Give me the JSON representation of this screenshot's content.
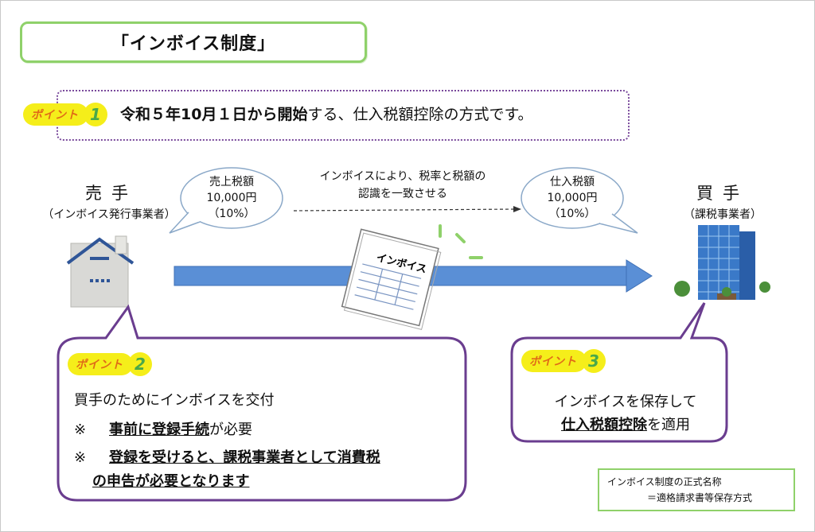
{
  "title": "「インボイス制度」",
  "badge_word": "ポイント",
  "point1": {
    "num": "1",
    "bold": "令和５年10月１日から開始",
    "rest": "する、仕入税額控除の方式です。"
  },
  "seller": {
    "name": "売手",
    "role": "（インボイス発行事業者）"
  },
  "buyer": {
    "name": "買手",
    "role": "（課税事業者）"
  },
  "seller_bubble": {
    "line1": "売上税額",
    "line2": "10,000円",
    "line3": "（10%）"
  },
  "buyer_bubble": {
    "line1": "仕入税額",
    "line2": "10,000円",
    "line3": "（10%）"
  },
  "dashed_label": {
    "line1": "インボイスにより、税率と税額の",
    "line2": "認識を一致させる"
  },
  "invoice_doc_label": "インボイス",
  "point2": {
    "num": "2",
    "line1": "買手のためにインボイスを交付",
    "mark": "※",
    "line2_bold": "事前に登録手続",
    "line2_rest": "が必要",
    "line3": "登録を受けると、課税事業者として消費税",
    "line4": "の申告が必要となります"
  },
  "point3": {
    "num": "3",
    "line1": "インボイスを保存して",
    "line2_bold": "仕入税額控除",
    "line2_rest": "を適用"
  },
  "note": {
    "line1": "インボイス制度の正式名称",
    "line2": "＝適格請求書等保存方式"
  },
  "colors": {
    "green_border": "#8fd16a",
    "purple": "#7a4a9c",
    "arrow_blue": "#5a8fd6",
    "badge_yellow": "#f5ee1a",
    "badge_orange": "#e06a17",
    "badge_green": "#4aa84a"
  }
}
